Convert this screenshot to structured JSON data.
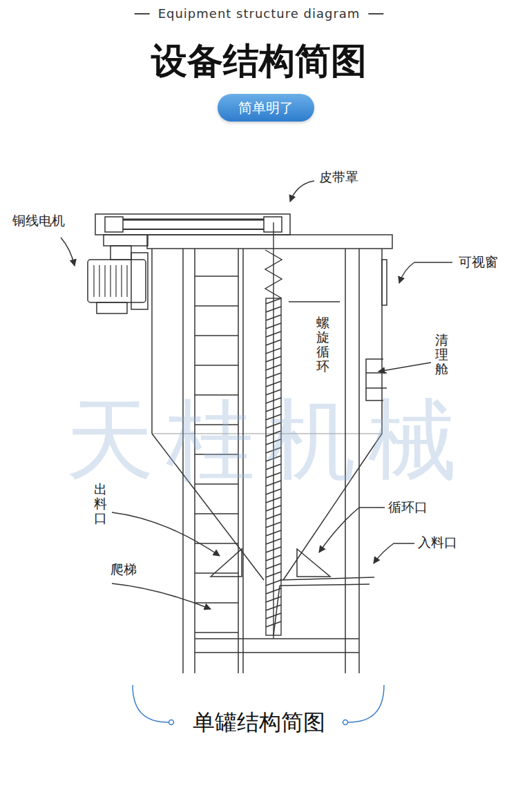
{
  "diagram": {
    "title": "设备结构简图",
    "caption": "单罐结构简图",
    "nodes": [
      {
        "text": [
          "简单明了"
        ]
      }
    ],
    "edges": [],
    "labels": [
      "Equipment structure diagram",
      "皮带罩",
      "铜线电机",
      "可视窗",
      "螺旋循环",
      "清理舱",
      "出料口",
      "循环口",
      "入料口",
      "爬梯",
      "天桂机械"
    ]
  }
}
